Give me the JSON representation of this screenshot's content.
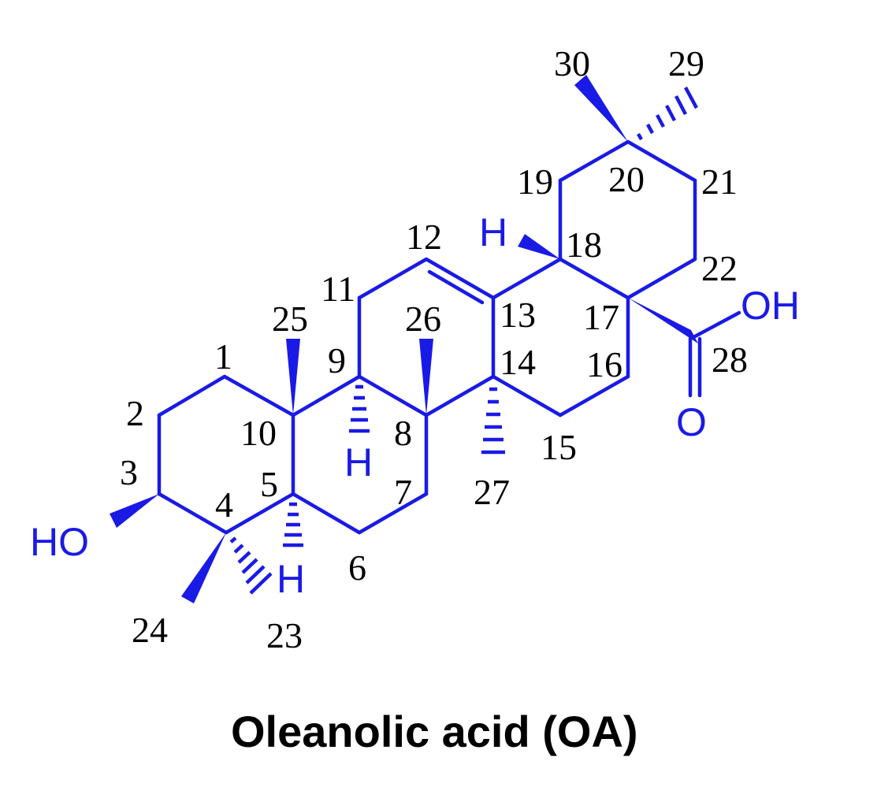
{
  "title": "Oleanolic acid (OA)",
  "colors": {
    "structure": "#1a1ae6",
    "numbers": "#000000",
    "background": "#ffffff"
  },
  "atoms": {
    "ho_left": "HO",
    "oh_right": "OH",
    "o_carbonyl": "O",
    "h5": "H",
    "h9": "H",
    "h18": "H"
  },
  "locants": {
    "n1": "1",
    "n2": "2",
    "n3": "3",
    "n4": "4",
    "n5": "5",
    "n6": "6",
    "n7": "7",
    "n8": "8",
    "n9": "9",
    "n10": "10",
    "n11": "11",
    "n12": "12",
    "n13": "13",
    "n14": "14",
    "n15": "15",
    "n16": "16",
    "n17": "17",
    "n18": "18",
    "n19": "19",
    "n20": "20",
    "n21": "21",
    "n22": "22",
    "n23": "23",
    "n24": "24",
    "n25": "25",
    "n26": "26",
    "n27": "27",
    "n28": "28",
    "n29": "29",
    "n30": "30"
  }
}
